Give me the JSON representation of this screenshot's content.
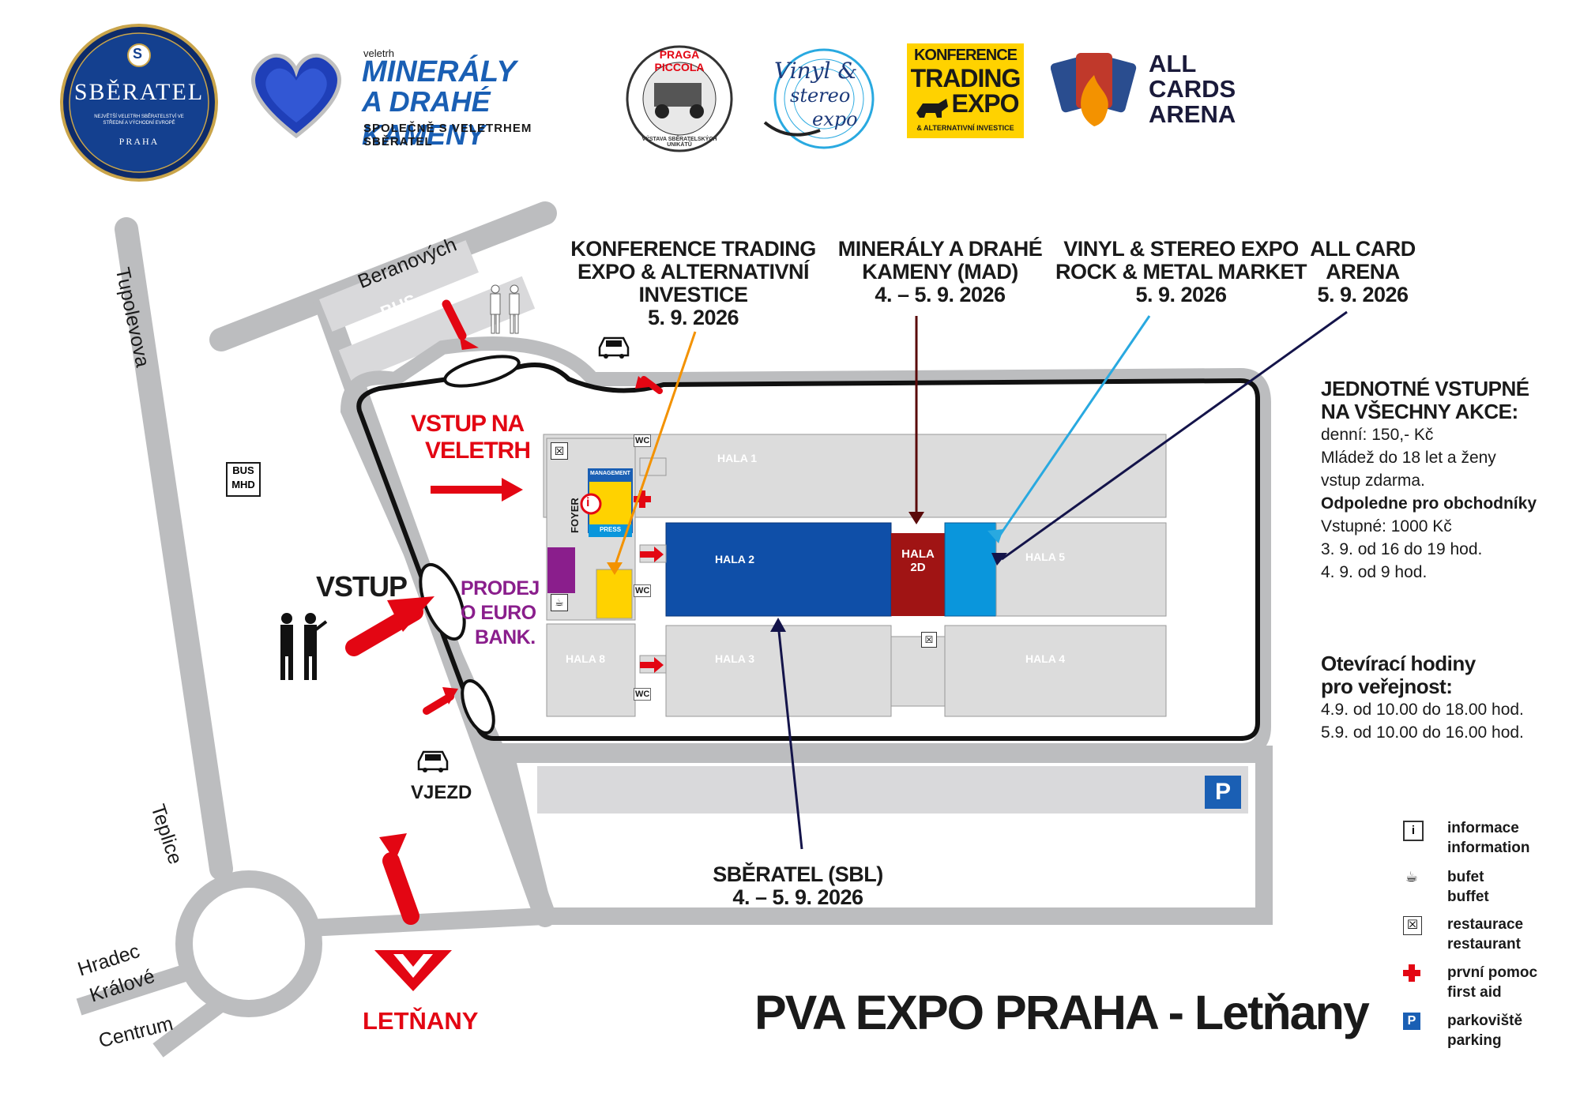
{
  "logos": {
    "sberatel": {
      "name": "SBĚRATEL",
      "sub": "NEJVĚTŠÍ VELETRH SBĚRATELSTVÍ VE STŘEDNÍ A VÝCHODNÍ EVROPĚ",
      "city": "PRAHA",
      "letter": "S"
    },
    "mineraly": {
      "small": "veletrh",
      "line1": "MINERÁLY",
      "line2": "A DRAHÉ KAMENY",
      "line3": "SPOLEČNĚ S VELETRHEM SBĚRATEL"
    },
    "praga": {
      "top": "PRAGA PICCOLA",
      "bottom": "VÝSTAVA SBĚRATELSKÝCH UNIKÁTŮ"
    },
    "vinyl": {
      "line1": "Vinyl &",
      "line2": "stereo",
      "line3": "expo"
    },
    "trading": {
      "line1": "KONFERENCE",
      "line2": "TRADING",
      "line3": "EXPO",
      "line4": "& ALTERNATIVNÍ INVESTICE"
    },
    "allcards": {
      "line1": "ALL",
      "line2": "CARDS",
      "line3": "ARENA"
    }
  },
  "events": {
    "trading": {
      "line1": "KONFERENCE TRADING",
      "line2": "EXPO & ALTERNATIVNÍ",
      "line3": "INVESTICE",
      "line4": "5. 9. 2026"
    },
    "mad": {
      "line1": "MINERÁLY A DRAHÉ",
      "line2": "KAMENY (MAD)",
      "line3": "4. – 5. 9. 2026"
    },
    "vinyl": {
      "line1": "VINYL & STEREO EXPO",
      "line2": "ROCK & METAL MARKET",
      "line3": "5. 9. 2026"
    },
    "allcard": {
      "line1": "ALL CARD",
      "line2": "ARENA",
      "line3": "5. 9. 2026"
    },
    "sbl": {
      "line1": "SBĚRATEL (SBL)",
      "line2": "4. – 5. 9. 2026"
    }
  },
  "map": {
    "streets": {
      "tupolevova": "Tupolevova",
      "beranovych": "Beranových",
      "teplice": "Teplice",
      "hradec1": "Hradec",
      "hradec2": "Králové",
      "centrum": "Centrum"
    },
    "bus": "BUS",
    "bus_mhd1": "BUS",
    "bus_mhd2": "MHD",
    "vstup": "VSTUP",
    "vjezd": "VJEZD",
    "vstup_veletrh1": "VSTUP NA",
    "vstup_veletrh2": "VELETRH",
    "prodej1": "PRODEJ",
    "prodej2": "O EURO",
    "prodej3": "BANK.",
    "foyer": "FOYER",
    "management": "MANAGEMENT",
    "press": "PRESS",
    "wc": "WC",
    "halls": {
      "h1": "HALA 1",
      "h2": "HALA 2",
      "h2d1": "HALA",
      "h2d2": "2D",
      "h3": "HALA 3",
      "h4": "HALA 4",
      "h5": "HALA 5",
      "h8": "HALA 8"
    },
    "metro": "LETŇANY",
    "parking": "P",
    "title": "PVA EXPO PRAHA - Letňany"
  },
  "info": {
    "h1a": "JEDNOTNÉ VSTUPNÉ",
    "h1b": "NA VŠECHNY AKCE:",
    "l1": "denní: 150,- Kč",
    "l2": "Mládež do 18 let a ženy",
    "l3": "vstup zdarma.",
    "b1": "Odpoledne pro obchodníky",
    "l4": "Vstupné: 1000 Kč",
    "l5": "3. 9. od 16 do 19 hod.",
    "l6": "4. 9. od 9 hod.",
    "h2a": "Otevírací hodiny",
    "h2b": "pro veřejnost:",
    "l7": "4.9. od 10.00 do 18.00 hod.",
    "l8": "5.9. od 10.00 do 16.00 hod."
  },
  "legend": {
    "info1": "informace",
    "info2": "information",
    "bufet1": "bufet",
    "bufet2": "buffet",
    "rest1": "restaurace",
    "rest2": "restaurant",
    "aid1": "první pomoc",
    "aid2": "first aid",
    "park1": "parkoviště",
    "park2": "parking"
  },
  "colors": {
    "red": "#e30613",
    "blue_hall": "#0f4fa8",
    "dark_red": "#a01414",
    "light_blue": "#0a96dc",
    "yellow": "#ffd200",
    "purple": "#8a1e8c",
    "gray_road": "#bcbdbf",
    "gray_hall": "#dcdcdc",
    "navy": "#14144a",
    "maroon": "#5a0a0a",
    "orange": "#f39200"
  }
}
